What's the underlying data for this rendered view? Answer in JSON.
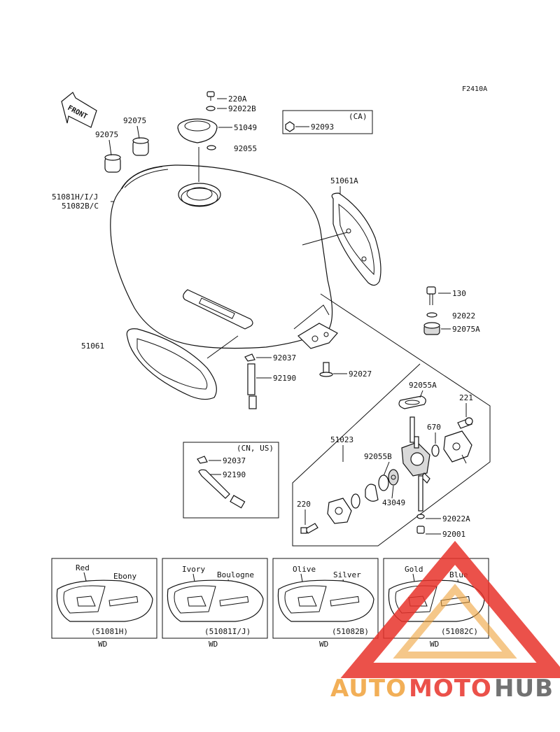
{
  "figure_code": "F2410A",
  "front_arrow": "FRONT",
  "parts": {
    "p220A": "220A",
    "p92022B": "92022B",
    "p51049": "51049",
    "p92055": "92055",
    "p92075_a": "92075",
    "p92075_b": "92075",
    "p51081": "51081H/I/J",
    "p51082": "51082B/C",
    "p51061A": "51061A",
    "p130": "130",
    "p92022": "92022",
    "p92075A": "92075A",
    "p51061": "51061",
    "p92037": "92037",
    "p92190": "92190",
    "p92027": "92027",
    "p92055A": "92055A",
    "p221": "221",
    "p670": "670",
    "p51023": "51023",
    "p92055B": "92055B",
    "p43049": "43049",
    "p220": "220",
    "p92022A": "92022A",
    "p92001": "92001"
  },
  "ca_box": {
    "tag": "(CA)",
    "part": "92093"
  },
  "cnus_box": {
    "tag": "(CN, US)",
    "part1": "92037",
    "part2": "92190"
  },
  "variants": [
    {
      "color1": "Red",
      "color2": "Ebony",
      "code": "(51081H)",
      "tag": "WD"
    },
    {
      "color1": "Ivory",
      "color2": "Boulogne",
      "code": "(51081I/J)",
      "tag": "WD"
    },
    {
      "color1": "Olive",
      "color2": "Silver",
      "code": "(51082B)",
      "tag": "WD"
    },
    {
      "color1": "Gold",
      "color2": "Blue",
      "code": "(51082C)",
      "tag": "WD"
    }
  ],
  "watermark": {
    "part1": "AUTO",
    "part2": "MOTO",
    "part3": "HUB"
  },
  "colors": {
    "watermark_orange": "#f0a23a",
    "watermark_red": "#e8332b",
    "watermark_gray": "#5a5a5a"
  }
}
